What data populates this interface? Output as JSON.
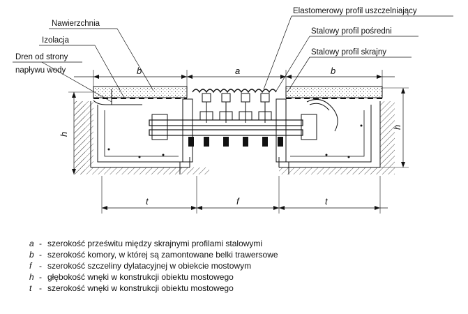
{
  "labels": {
    "nawierzchnia": "Nawierzchnia",
    "izolacja": "Izolacja",
    "dren_line1": "Dren od strony",
    "dren_line2": "napływu wody",
    "elastomerowy": "Elastomerowy profil uszczelniający",
    "posredni": "Stalowy profil pośredni",
    "skrajny": "Stalowy profil skrajny"
  },
  "dimensions": {
    "a": "a",
    "b_left": "b",
    "b_right": "b",
    "h_left": "h",
    "h_right": "h",
    "t_left": "t",
    "f": "f",
    "t_right": "t"
  },
  "legend": [
    {
      "symbol": "a",
      "dash": "-",
      "text": "szerokość prześwitu między skrajnymi profilami stalowymi"
    },
    {
      "symbol": "b",
      "dash": "-",
      "text": "szerokość komory, w której są zamontowane belki trawersowe"
    },
    {
      "symbol": "f",
      "dash": "-",
      "text": "szerokość szczeliny dylatacyjnej w obiekcie mostowym"
    },
    {
      "symbol": "h",
      "dash": "-",
      "text": "głębokość wnęki w konstrukcji obiektu mostowego"
    },
    {
      "symbol": "t",
      "dash": "-",
      "text": "szerokość wnęki w konstrukcji obiektu mostowego"
    }
  ]
}
